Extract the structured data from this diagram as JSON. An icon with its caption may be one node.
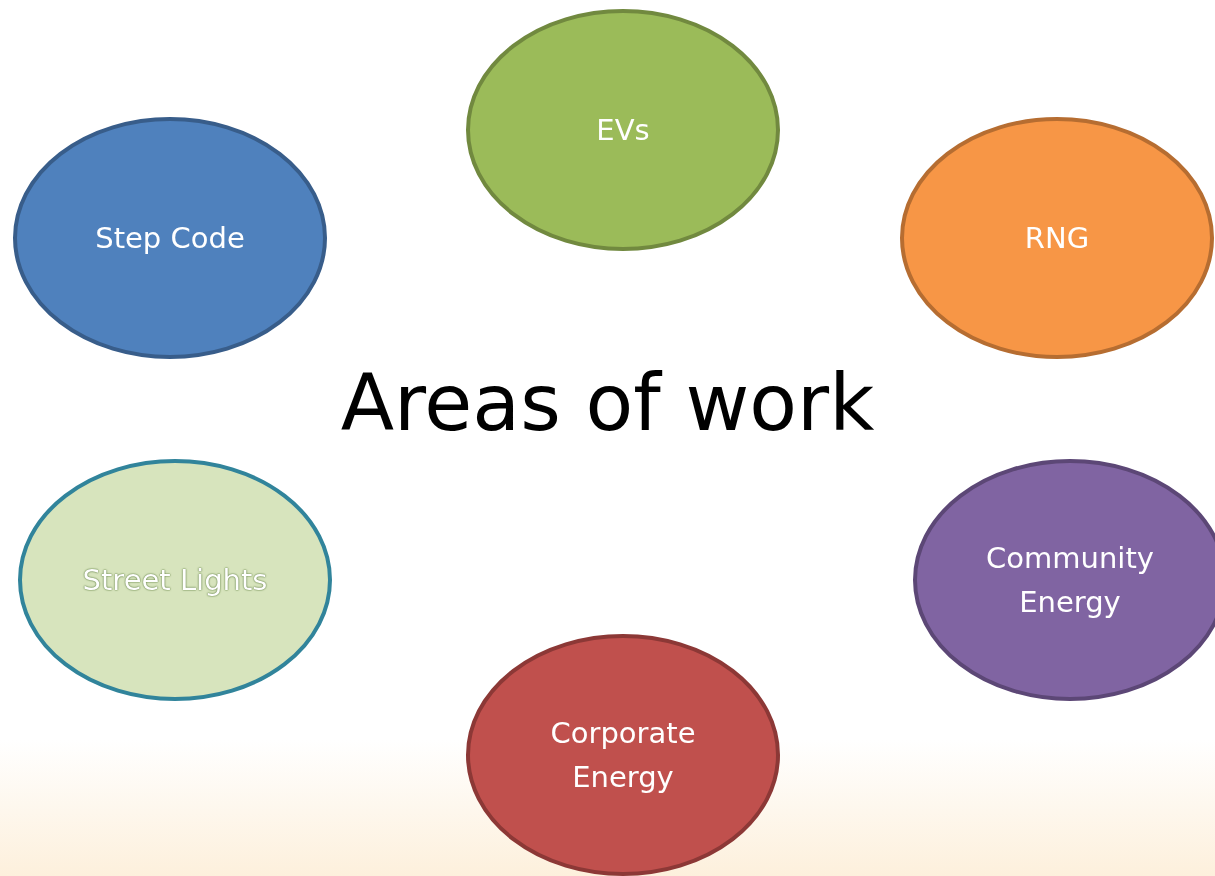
{
  "diagram": {
    "title": "Areas of work",
    "nodes": [
      {
        "text": [
          "EVs"
        ]
      },
      {
        "text": [
          "Step Code"
        ]
      },
      {
        "text": [
          "RNG"
        ]
      },
      {
        "text": [
          "Street Lights"
        ]
      },
      {
        "text": [
          "Community Energy"
        ]
      },
      {
        "text": [
          "Corporate Energy"
        ]
      }
    ]
  }
}
